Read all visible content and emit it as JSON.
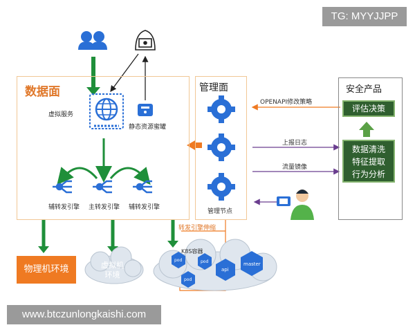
{
  "watermark_top": "TG: MYYJJPP",
  "watermark_bottom": "www.btczunlongkaishi.com",
  "data_plane": {
    "title": "数据面",
    "virtual_service": "虚拟服务",
    "static_honeypot": "静态资源蜜罐",
    "engines": {
      "aux_left": "辅转发引擎",
      "main": "主转发引擎",
      "aux_right": "辅转发引擎"
    }
  },
  "management_plane": {
    "title": "管理面",
    "node_label": "管理节点"
  },
  "security_product": {
    "title": "安全产品",
    "eval": "评估决策",
    "analysis": [
      "数据清洗",
      "特征提取",
      "行为分析"
    ]
  },
  "arrows": {
    "openapi": "OPENAPI修改策略",
    "report_log": "上报日志",
    "traffic_mirror": "流量镜像",
    "scale": "转发引擎伸缩"
  },
  "envs": {
    "physical": "物理机环境",
    "virtual": "虚拟机\n环境",
    "k8s": "K8S容器",
    "pods": [
      "pod",
      "pod",
      "pod"
    ],
    "api": "api",
    "master": "master"
  },
  "colors": {
    "panel_border": "#f1c795",
    "green_arrow": "#1f8f3a",
    "blue_icon": "#2a6fd6",
    "dark_green_box": "#2f5f2f",
    "orange": "#ef7a22",
    "purple_line": "#6a3d8f",
    "cloud": "#dfe6ee"
  }
}
